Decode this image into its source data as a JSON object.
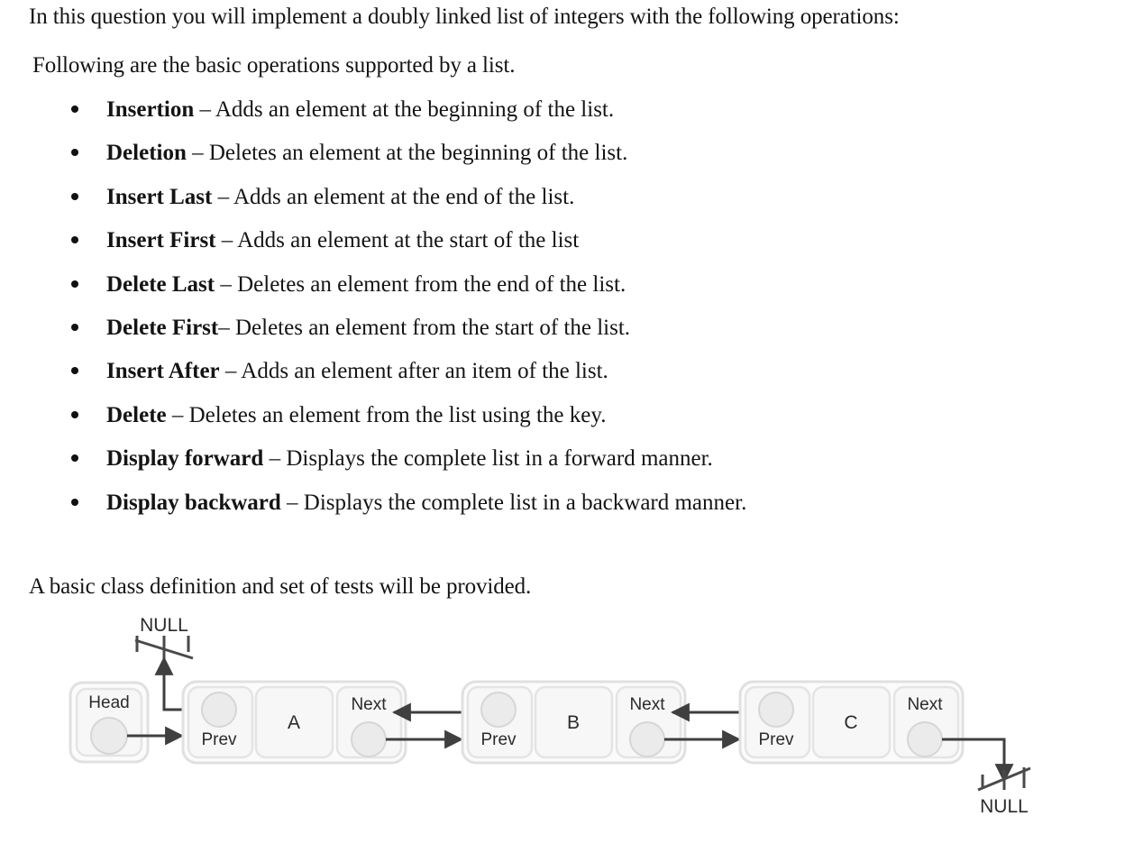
{
  "document": {
    "intro_line_1": "In this question you will implement a doubly linked list of integers with the following operations:",
    "intro_line_2": "Following are the basic operations supported by a list.",
    "closing_line": "A basic class definition and set of tests will be provided.",
    "operations": [
      {
        "term": "Insertion",
        "desc": " – Adds an element at the beginning of the list."
      },
      {
        "term": "Deletion",
        "desc": " – Deletes an element at the beginning of the list."
      },
      {
        "term": "Insert Last",
        "desc": " – Adds an element at the end of the list."
      },
      {
        "term": "Insert First",
        "desc": " – Adds an element at the start of the list"
      },
      {
        "term": "Delete Last",
        "desc": " – Deletes an element from the end of the list."
      },
      {
        "term": "Delete First",
        "desc": "– Deletes an element from the start of the list."
      },
      {
        "term": "Insert After",
        "desc": " – Adds an element after an item of the list."
      },
      {
        "term": "Delete",
        "desc": " – Deletes an element from the list using the key."
      },
      {
        "term": "Display forward",
        "desc": " – Displays the complete list in a forward manner."
      },
      {
        "term": "Display backward",
        "desc": " – Displays the complete list in a backward manner."
      }
    ]
  },
  "diagram": {
    "title": "doubly-linked-list-illustration",
    "head_label": "Head",
    "null_top_label": "NULL",
    "null_bottom_label": "NULL",
    "prev_label": "Prev",
    "next_label": "Next",
    "nodes": [
      {
        "value": "A",
        "prev_label": "Prev",
        "next_label": "Next"
      },
      {
        "value": "B",
        "prev_label": "Prev",
        "next_label": "Next"
      },
      {
        "value": "C",
        "prev_label": "Prev",
        "next_label": "Next"
      }
    ],
    "colors": {
      "box_fill": "#f7f7f7",
      "box_stroke": "#dcdcdc",
      "pointer_fill": "#e6e6e6",
      "pointer_stroke": "#cfcfcf",
      "arrow": "#3f3f3f",
      "label_text": "#2b2b2b"
    }
  }
}
